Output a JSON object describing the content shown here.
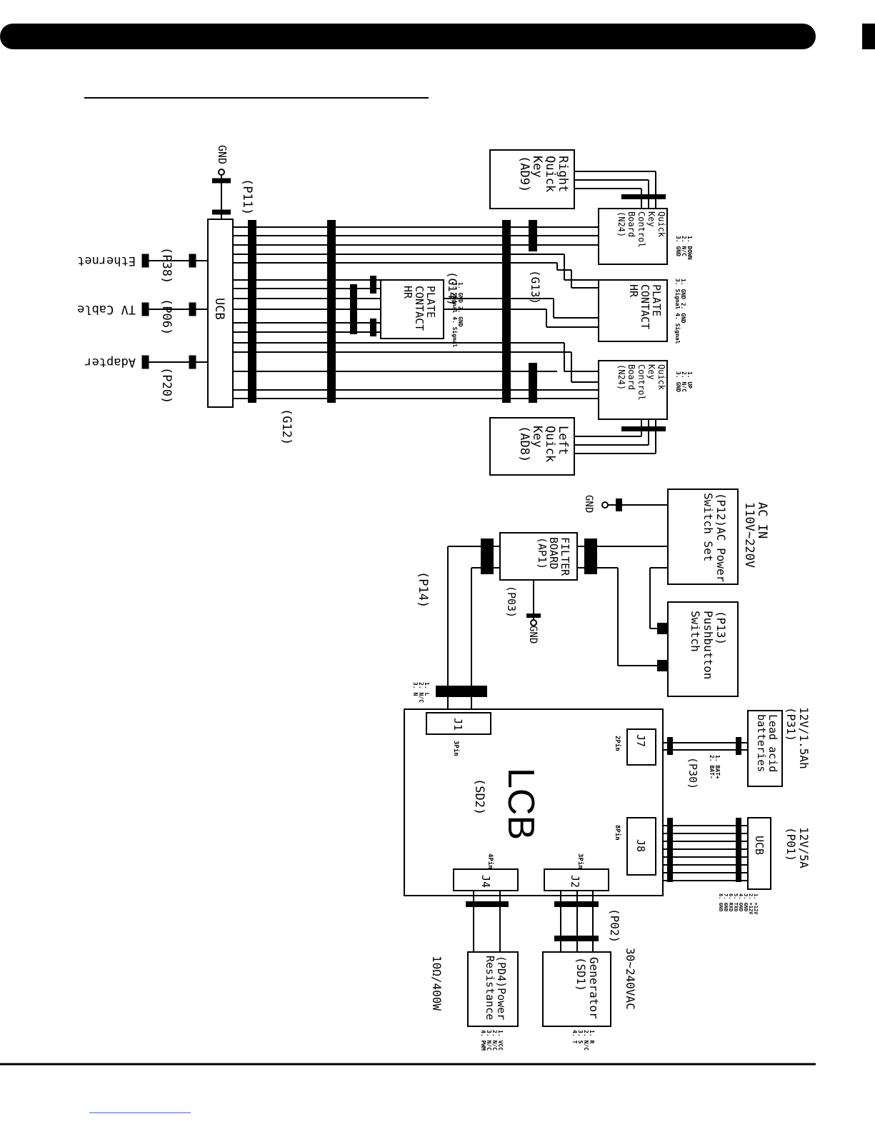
{
  "upper": {
    "gnd_top": "GND",
    "p11": "(P11)",
    "ucb": "UCB",
    "ethernet": "Ethernet",
    "tv_cable": "TV Cable",
    "adapter": "Adapter",
    "p38": "(P38)",
    "p06": "(P06)",
    "p20": "(P20)",
    "g12": "(G12)",
    "g14": "(G14)",
    "g13": "(G13)",
    "hr_small": [
      "PLATE",
      "CONTACT",
      "HR"
    ],
    "hr_small_pins": [
      "1. GND  2. GND",
      "3. Signal  4. Signal"
    ],
    "hr_big": [
      "PLATE",
      "CONTACT",
      "HR"
    ],
    "hr_big_pins": [
      "1. GND  2. GND",
      "3. Signal  4. Signal"
    ],
    "qk_right": [
      "Quick",
      "Key",
      "Control",
      "Board",
      "(N24)"
    ],
    "qk_right_pins": [
      "1. DOWN",
      "2. N/C",
      "3. GND"
    ],
    "qk_left": [
      "Quick",
      "Key",
      "Control",
      "Board",
      "(N24)"
    ],
    "qk_left_pins": [
      "1. UP",
      "2. N/C",
      "3. GND"
    ],
    "right_key": [
      "Right",
      "Quick",
      "Key",
      "(AD9)"
    ],
    "left_key": [
      "Left",
      "Quick",
      "Key",
      "(AD8)"
    ]
  },
  "lower": {
    "ac_in": [
      "AC IN",
      "110V~220V"
    ],
    "p12": [
      "(P12)AC Power",
      "Switch Set"
    ],
    "gnd1": "GND",
    "gnd2": "GND",
    "filter": [
      "FILTER",
      "BOARD",
      "(AP1)"
    ],
    "p03": "(P03)",
    "p14": "(P14)",
    "p13": [
      "(P13)",
      "Pushbutton",
      "Switch"
    ],
    "j1_pins": [
      "1. L",
      "2. N/C",
      "3. N"
    ],
    "lcb": "LCB",
    "sd2": "(SD2)",
    "j1": "J1",
    "j1_sub": "3Pin",
    "j7": "J7",
    "j7_sub": "2Pin",
    "j8": "J8",
    "j8_sub": "8Pin",
    "j4": "J4",
    "j4_sub": "4Pin",
    "j2": "J2",
    "j2_sub": "3Pin",
    "battery": [
      "Lead acid",
      "batteries"
    ],
    "battery_rating": [
      "12V/1.5Ah",
      "(P31)"
    ],
    "battery_pins": [
      "1. BAT+",
      "2. BAT-"
    ],
    "p30": "(P30)",
    "ucb2": "UCB",
    "ucb2_rating": [
      "12V/5A",
      "(P01)"
    ],
    "ucb2_pins": [
      "1. +12V",
      "2. +12V",
      "3. GND",
      "4. GND",
      "5. TXD",
      "6. RXD",
      "7. GND",
      "8. GND"
    ],
    "p02": "(P02)",
    "generator": [
      "Generator",
      "(SD1)"
    ],
    "generator_rating": "30~240VAC",
    "generator_pins": [
      "1. R",
      "2. N/C",
      "3. S",
      "4. T"
    ],
    "resistance": [
      "(PD4)Power",
      "Resistance"
    ],
    "resistance_rating": "10Ω/400W",
    "resistance_pins": [
      "1. VCC",
      "2. N/C",
      "3. N/C",
      "4. PWM"
    ]
  }
}
